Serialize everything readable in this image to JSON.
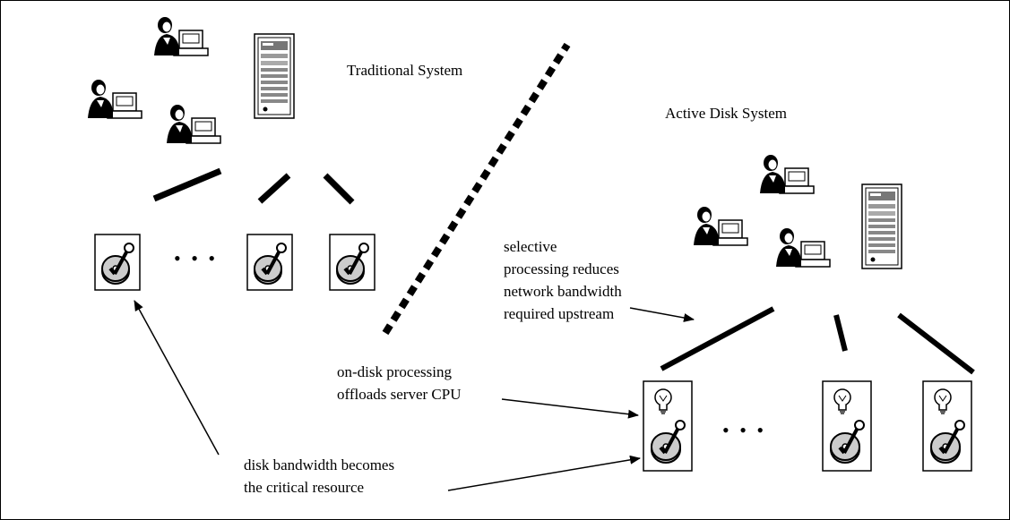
{
  "diagram": {
    "traditional_title": "Traditional System",
    "active_title": "Active Disk System",
    "ellipsis": "• • •",
    "annotations": {
      "selective": [
        "selective",
        "processing reduces",
        "network bandwidth",
        "required upstream"
      ],
      "ondisk": [
        "on-disk processing",
        "offloads server CPU"
      ],
      "diskbw": [
        "disk bandwidth becomes",
        "the critical resource"
      ]
    }
  }
}
